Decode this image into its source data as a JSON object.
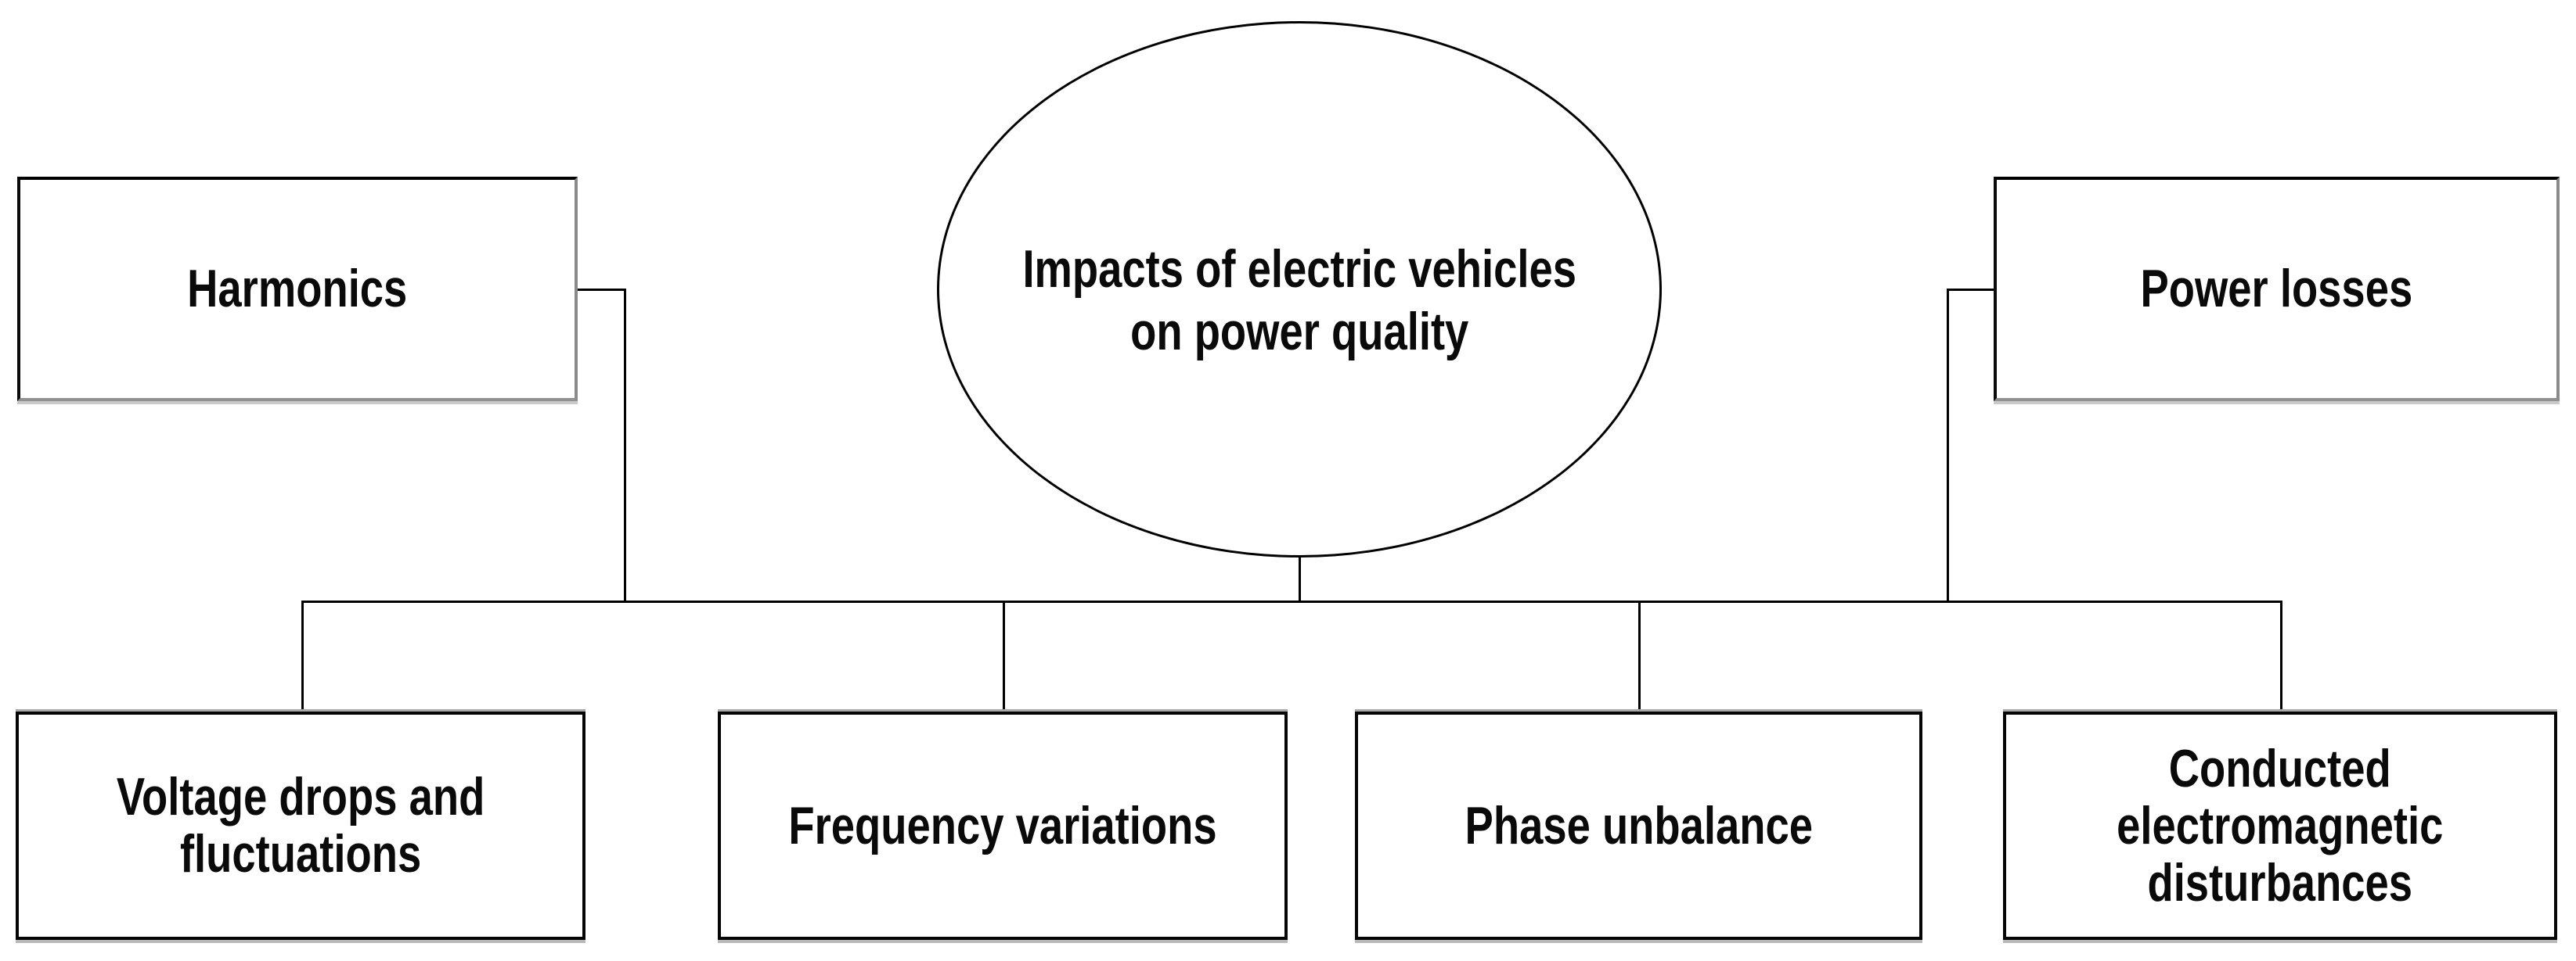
{
  "diagram": {
    "title": "Impacts of electric vehicles\non power quality",
    "top_branches": [
      {
        "id": "harmonics",
        "label": "Harmonics"
      },
      {
        "id": "power-losses",
        "label": "Power losses"
      }
    ],
    "bottom_branches": [
      {
        "id": "voltage-drops",
        "label": "Voltage drops and\nfluctuations"
      },
      {
        "id": "frequency-variations",
        "label": "Frequency variations"
      },
      {
        "id": "phase-unbalance",
        "label": "Phase unbalance"
      },
      {
        "id": "conducted-disturbances",
        "label": "Conducted\nelectromagnetic\ndisturbances"
      }
    ],
    "colors": {
      "background": "#ffffff",
      "line": "#000000",
      "box_border": "#000000",
      "shadow_gray": "#8a8a8a",
      "text": "#0a0a0a"
    }
  }
}
